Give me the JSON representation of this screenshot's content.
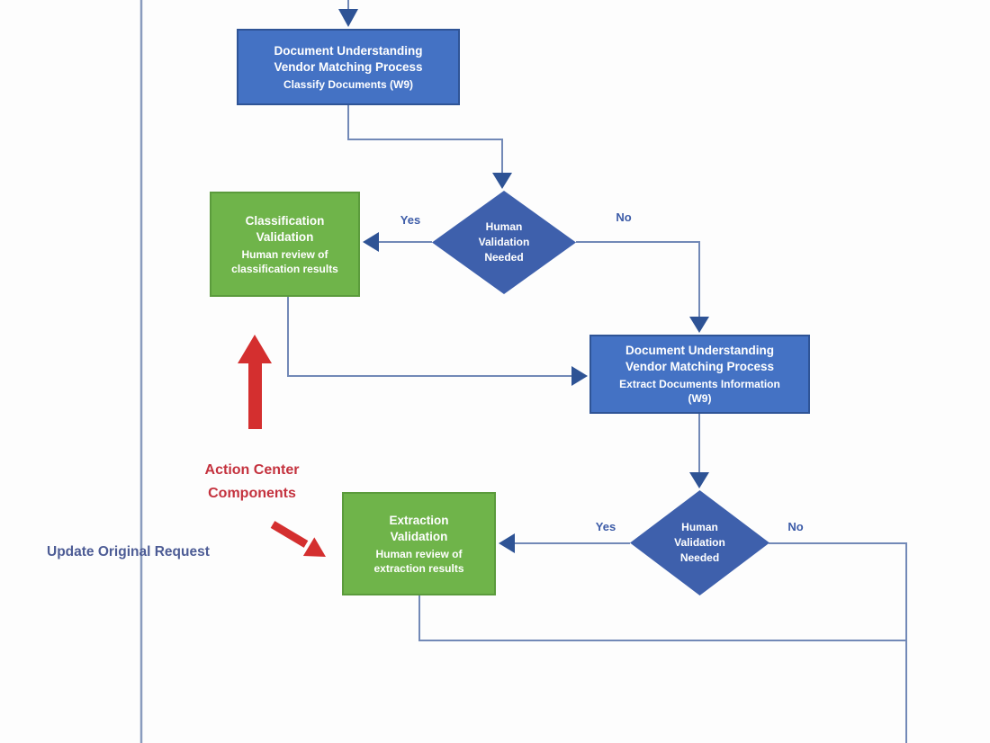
{
  "diagram": {
    "nodes": {
      "classify_documents": {
        "type": "process",
        "title": "Document Understanding\nVendor Matching Process",
        "subtitle": "Classify Documents (W9)"
      },
      "human_validation_1": {
        "type": "decision",
        "text": "Human\nValidation\nNeeded"
      },
      "classification_validation": {
        "type": "validation",
        "title": "Classification\nValidation",
        "subtitle": "Human review of\nclassification results"
      },
      "extract_documents": {
        "type": "process",
        "title": "Document Understanding\nVendor Matching Process",
        "subtitle": "Extract Documents Information\n(W9)"
      },
      "human_validation_2": {
        "type": "decision",
        "text": "Human\nValidation\nNeeded"
      },
      "extraction_validation": {
        "type": "validation",
        "title": "Extraction\nValidation",
        "subtitle": "Human review of\nextraction results"
      }
    },
    "edge_labels": {
      "decision1_yes": "Yes",
      "decision1_no": "No",
      "decision2_yes": "Yes",
      "decision2_no": "No"
    },
    "annotations": {
      "action_center": "Action Center\nComponents",
      "update_original_request": "Update Original Request"
    },
    "colors": {
      "process_fill": "#4472C4",
      "process_border": "#2F5496",
      "decision_fill": "#3E60AC",
      "validation_fill": "#6FB44A",
      "validation_border": "#5B9B3C",
      "connector": "#7289B7",
      "left_guide_line": "#8A9CBE",
      "arrowhead": "#2E5395",
      "edge_label_blue": "#3D5CA8",
      "annotation_red": "#C4323E",
      "red_arrow": "#D42F2F",
      "update_text_blue": "#4D5C95"
    }
  }
}
